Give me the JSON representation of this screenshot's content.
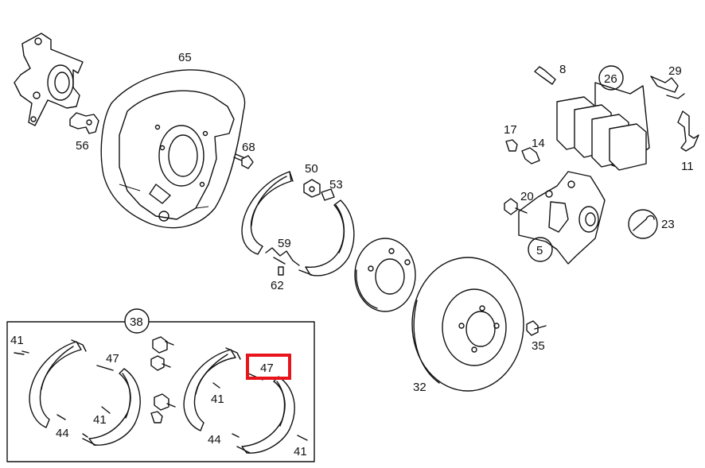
{
  "colors": {
    "highlight": "#e8141c",
    "ink": "#111111",
    "background": "#ffffff"
  },
  "labels": {
    "l65": "65",
    "l56": "56",
    "l68": "68",
    "l50": "50",
    "l53": "53",
    "l59": "59",
    "l62": "62",
    "l8": "8",
    "l26": "26",
    "l29": "29",
    "l17": "17",
    "l14": "14",
    "l11": "11",
    "l20": "20",
    "l23": "23",
    "l5": "5",
    "l35": "35",
    "l32": "32",
    "l38": "38",
    "l41a": "41",
    "l47a": "47",
    "l41b": "41",
    "l44a": "44",
    "l47b": "47",
    "l41c": "41",
    "l44b": "44",
    "l41d": "41"
  },
  "highlighted_label": "47"
}
